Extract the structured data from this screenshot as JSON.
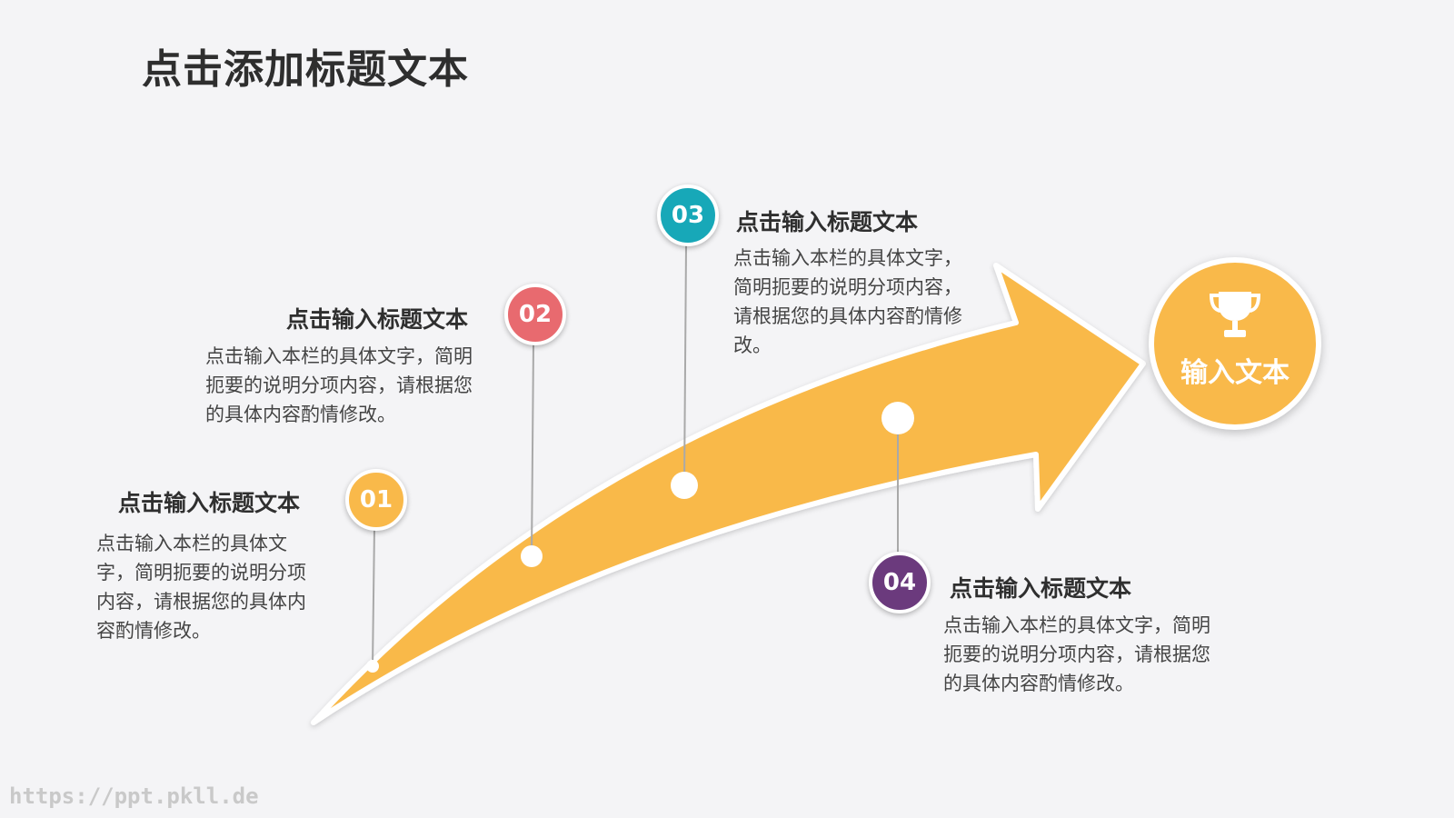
{
  "slide": {
    "title": "点击添加标题文本",
    "watermark": "https://ppt.pkll.de"
  },
  "colors": {
    "arrow": "#f9b94a",
    "step01": "#f9b94a",
    "step02": "#e86a6f",
    "step03": "#17a8b8",
    "step04": "#6b3a7d",
    "connector": "#a9a9a9"
  },
  "steps": [
    {
      "number": "01",
      "title": "点击输入标题文本",
      "description": "点击输入本栏的具体文字，简明扼要的说明分项内容，请根据您的具体内容酌情修改。"
    },
    {
      "number": "02",
      "title": "点击输入标题文本",
      "description": "点击输入本栏的具体文字，简明扼要的说明分项内容，请根据您的具体内容酌情修改。"
    },
    {
      "number": "03",
      "title": "点击输入标题文本",
      "description": "点击输入本栏的具体文字，简明扼要的说明分项内容，请根据您的具体内容酌情修改。"
    },
    {
      "number": "04",
      "title": "点击输入标题文本",
      "description": "点击输入本栏的具体文字，简明扼要的说明分项内容，请根据您的具体内容酌情修改。"
    }
  ],
  "goal": {
    "icon": "trophy-icon",
    "label": "输入文本"
  }
}
